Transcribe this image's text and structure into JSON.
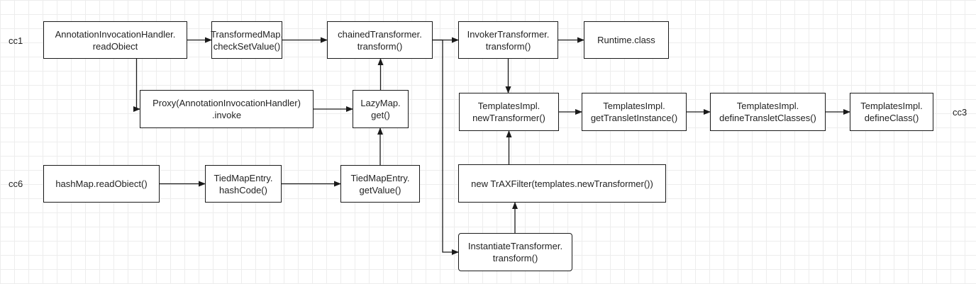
{
  "diagram": {
    "row_labels": {
      "cc1": "cc1",
      "cc6": "cc6",
      "cc3": "cc3"
    },
    "nodes": {
      "aih_read": [
        "AnnotationInvocationHandler.",
        "readObiect"
      ],
      "transformed_map": [
        "TransformedMap.",
        "checkSetValue()"
      ],
      "chained": [
        "chainedTransformer.",
        "transform()"
      ],
      "invoker": [
        "InvokerTransformer.",
        "transform()"
      ],
      "runtime": [
        "Runtime.class"
      ],
      "proxy": [
        "Proxy(AnnotationInvocationHandler)",
        ".invoke"
      ],
      "lazymap": [
        "LazyMap.",
        "get()"
      ],
      "ti_new": [
        "TemplatesImpl.",
        "newTransformer()"
      ],
      "ti_get": [
        "TemplatesImpl.",
        "getTransletInstance()"
      ],
      "ti_define_classes": [
        "TemplatesImpl.",
        "defineTransletClasses()"
      ],
      "ti_define_class": [
        "TemplatesImpl.",
        "defineClass()"
      ],
      "hashmap": [
        "hashMap.readObiect()"
      ],
      "tied_hash": [
        "TiedMapEntry.",
        "hashCode()"
      ],
      "tied_value": [
        "TiedMapEntry.",
        "getValue()"
      ],
      "trax": [
        "new TrAXFilter(templates.newTransformer())"
      ],
      "instantiate": [
        "InstantiateTransformer.",
        "transform()"
      ]
    },
    "edges": [
      [
        "aih_read",
        "transformed_map"
      ],
      [
        "transformed_map",
        "chained"
      ],
      [
        "chained",
        "invoker"
      ],
      [
        "invoker",
        "runtime"
      ],
      [
        "aih_read",
        "proxy"
      ],
      [
        "proxy",
        "lazymap"
      ],
      [
        "lazymap",
        "chained"
      ],
      [
        "invoker",
        "ti_new"
      ],
      [
        "ti_new",
        "ti_get"
      ],
      [
        "ti_get",
        "ti_define_classes"
      ],
      [
        "ti_define_classes",
        "ti_define_class"
      ],
      [
        "hashmap",
        "tied_hash"
      ],
      [
        "tied_hash",
        "tied_value"
      ],
      [
        "tied_value",
        "lazymap"
      ],
      [
        "chained",
        "instantiate"
      ],
      [
        "instantiate",
        "trax"
      ],
      [
        "trax",
        "ti_new"
      ]
    ]
  }
}
